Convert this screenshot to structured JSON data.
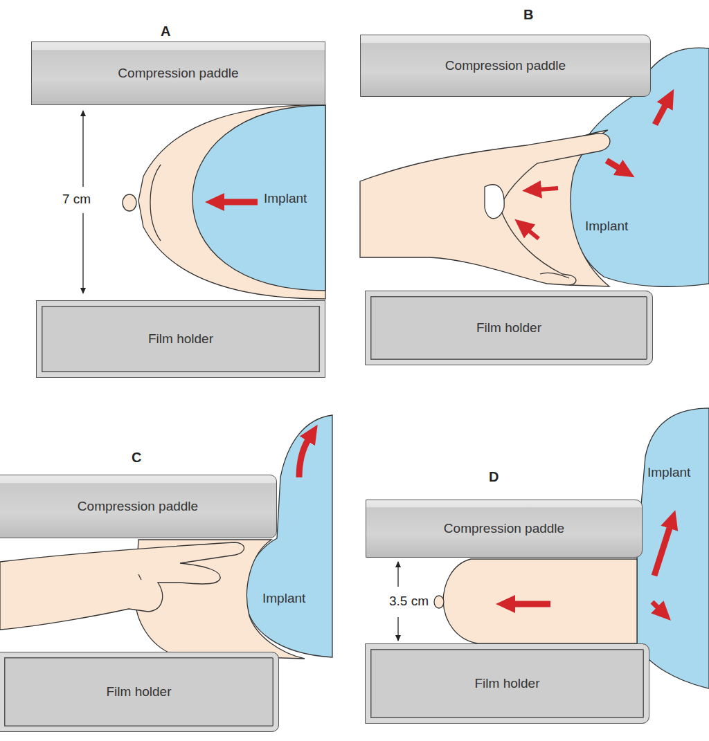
{
  "diagram": {
    "nodes": [
      {
        "text": [
          "Compression paddle"
        ]
      },
      {
        "text": [
          "Implant"
        ]
      },
      {
        "text": [
          "Film holder"
        ]
      },
      {
        "text": [
          "Compression paddle"
        ]
      },
      {
        "text": [
          "Implant"
        ]
      },
      {
        "text": [
          "Film holder"
        ]
      },
      {
        "text": [
          "Compression paddle"
        ]
      },
      {
        "text": [
          "Implant"
        ]
      },
      {
        "text": [
          "Film holder"
        ]
      },
      {
        "text": [
          "Implant"
        ]
      },
      {
        "text": [
          "Compression paddle"
        ]
      },
      {
        "text": [
          "Film holder"
        ]
      }
    ],
    "labels": [
      "A",
      "7 cm",
      "B",
      "C",
      "D",
      "3.5 cm"
    ]
  }
}
